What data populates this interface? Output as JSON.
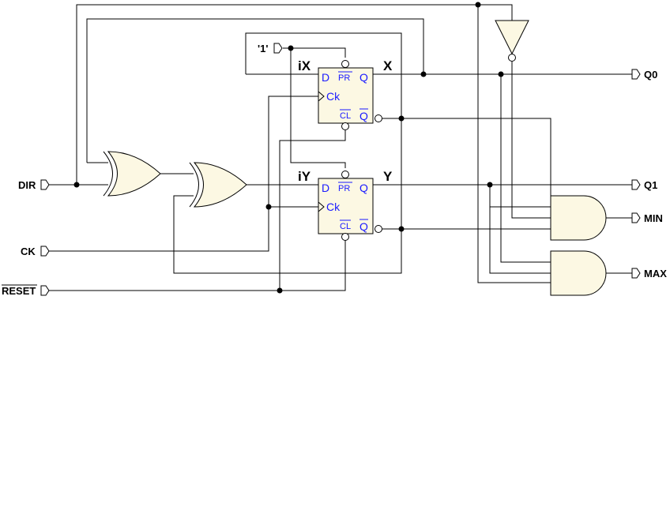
{
  "inputs": {
    "dir": "DIR",
    "ck": "CK",
    "reset": "RESET",
    "one": "'1'"
  },
  "outputs": {
    "q0": "Q0",
    "q1": "Q1",
    "min": "MIN",
    "max": "MAX"
  },
  "signals": {
    "ix": "iX",
    "x": "X",
    "iy": "iY",
    "y": "Y"
  },
  "flipflop_pins": {
    "d": "D",
    "pr": "PR",
    "q": "Q",
    "ck": "Ck",
    "cl": "CL",
    "qbar": "Q"
  },
  "colors": {
    "component_fill": "#fcf8e3",
    "pin_text": "#1a1aff",
    "wire": "#000000"
  }
}
